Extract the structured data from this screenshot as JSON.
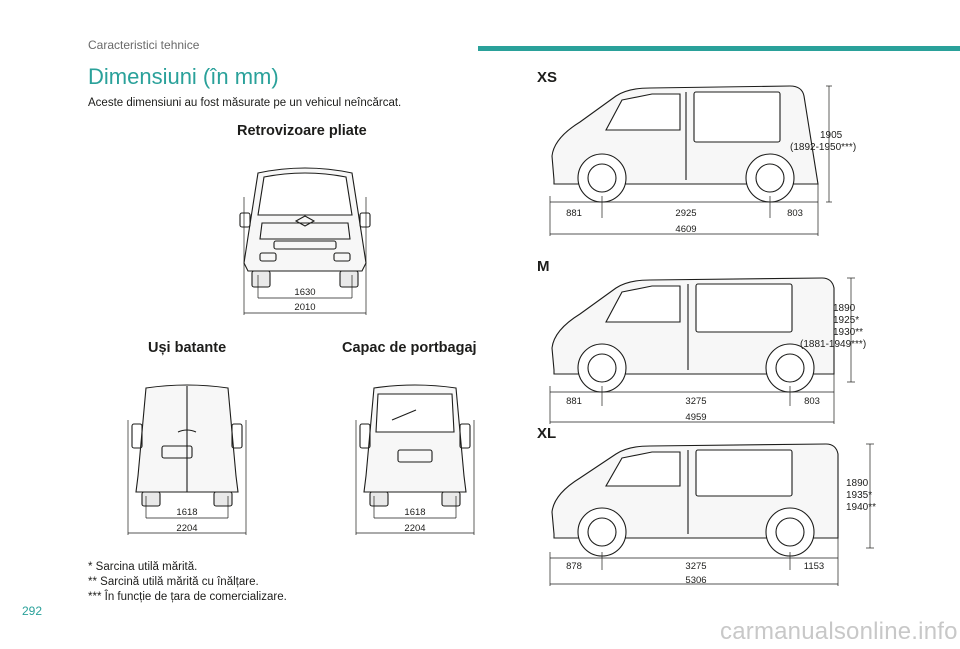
{
  "header": {
    "section": "Caracteristici tehnice"
  },
  "title": "Dimensiuni (în mm)",
  "subtitle": "Aceste dimensiuni au fost măsurate pe un vehicul neîncărcat.",
  "front_view": {
    "heading": "Retrovizoare pliate",
    "width_body": "1630",
    "width_total": "2010"
  },
  "rear_doors": {
    "heading": "Uși batante",
    "width_body": "1618",
    "width_total": "2204"
  },
  "tailgate": {
    "heading": "Capac de portbagaj",
    "width_body": "1618",
    "width_total": "2204"
  },
  "variants": {
    "xs": {
      "label": "XS",
      "front": "881",
      "wheelbase": "2925",
      "rear": "803",
      "length": "4609",
      "height_lines": [
        "1905",
        "(1892-1950***)"
      ]
    },
    "m": {
      "label": "M",
      "front": "881",
      "wheelbase": "3275",
      "rear": "803",
      "length": "4959",
      "height_lines": [
        "1890",
        "1925*",
        "1930**",
        "(1881-1949***)"
      ]
    },
    "xl": {
      "label": "XL",
      "front": "878",
      "wheelbase": "3275",
      "rear": "1153",
      "length": "5306",
      "height_lines": [
        "1890",
        "1935*",
        "1940**"
      ]
    }
  },
  "footnotes": [
    "* Sarcina utilă mărită.",
    "** Sarcină utilă mărită cu înălțare.",
    "*** În funcție de țara de comercializare."
  ],
  "page_number": "292",
  "watermark": "carmanualsonline.info",
  "colors": {
    "accent": "#2aa19a",
    "text": "#1d1d1b"
  }
}
